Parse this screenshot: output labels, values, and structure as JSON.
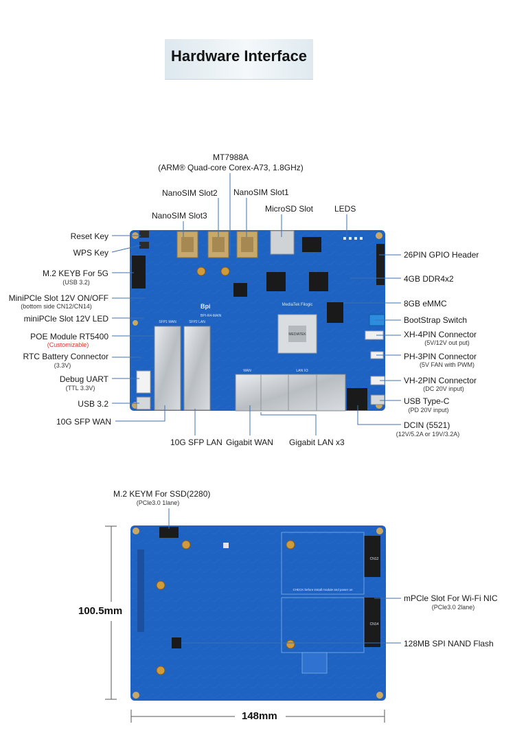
{
  "title": "Hardware Interface",
  "top_labels": {
    "soc": "MT7988A",
    "soc_sub": "(ARM® Quad-core Corex-A73, 1.8GHz)",
    "sim2": "NanoSIM Slot2",
    "sim1": "NanoSIM Slot1",
    "sim3": "NanoSIM Slot3",
    "microsd": "MicroSD Slot",
    "leds": "LEDS"
  },
  "left_labels": [
    {
      "key": "reset",
      "text": "Reset Key",
      "sub": ""
    },
    {
      "key": "wps",
      "text": "WPS Key",
      "sub": ""
    },
    {
      "key": "m2keyb",
      "text": "M.2 KEYB For 5G",
      "sub": "(USB 3.2)"
    },
    {
      "key": "minipcie_switch",
      "text": "MiniPCle Slot 12V ON/OFF",
      "sub": "(bottom side CN12/CN14)"
    },
    {
      "key": "minipcie_led",
      "text": "miniPCle Slot 12V LED",
      "sub": ""
    },
    {
      "key": "poe",
      "text": "POE Module RT5400",
      "sub": "(Customizable)"
    },
    {
      "key": "rtc",
      "text": "RTC Battery Connector",
      "sub": "(3.3V)"
    },
    {
      "key": "uart",
      "text": "Debug UART",
      "sub": "(TTL 3.3V)"
    },
    {
      "key": "usb32",
      "text": "USB 3.2",
      "sub": ""
    },
    {
      "key": "sfpwan",
      "text": "10G SFP WAN",
      "sub": ""
    }
  ],
  "right_labels": [
    {
      "key": "gpio",
      "text": "26PIN GPIO Header",
      "sub": ""
    },
    {
      "key": "ddr",
      "text": "4GB DDR4x2",
      "sub": ""
    },
    {
      "key": "emmc",
      "text": "8GB eMMC",
      "sub": ""
    },
    {
      "key": "bootstrap",
      "text": "BootStrap Switch",
      "sub": ""
    },
    {
      "key": "xh4",
      "text": "XH-4PIN Connector",
      "sub": "(5V/12V out put)"
    },
    {
      "key": "ph3",
      "text": "PH-3PIN Connector",
      "sub": "(5V FAN with PWM)"
    },
    {
      "key": "vh2",
      "text": "VH-2PIN Connector",
      "sub": "(DC 20V input)"
    },
    {
      "key": "usbc",
      "text": "USB Type-C",
      "sub": "(PD 20V input)"
    },
    {
      "key": "dcin",
      "text": "DCIN (5521)",
      "sub": "(12V/5.2A or 19V/3.2A)"
    }
  ],
  "bottom_labels": {
    "sfplan": "10G SFP LAN",
    "gbwan": "Gigabit WAN",
    "gblan": "Gigabit LAN x3"
  },
  "back_labels": {
    "m2keym": "M.2 KEYM For SSD(2280)",
    "m2keym_sub": "(PCle3.0 1lane)",
    "mpcie_wifi": "mPCle Slot For Wi-Fi NIC",
    "mpcie_wifi_sub": "(PCle3.0 2lane)",
    "spi_nand": "128MB SPI NAND Flash"
  },
  "dimensions": {
    "height": "100.5mm",
    "width": "148mm"
  },
  "board_text": {
    "brand": "Bpi",
    "model": "BPI-R4-MAIN",
    "soc_logo": "MediaTek Filogic",
    "chip": "MEDIATEK",
    "sfp1": "SFP1  WAN",
    "sfp2": "SFP2  LAN",
    "lan": "LAN X3",
    "wan": "WAN",
    "back_note": "CHECK before install module and power on",
    "back_mpcie1": "CN12",
    "back_mpcie2": "CN14"
  },
  "colors": {
    "pcb": "#1f63c2",
    "pcb_dark": "#184f9e",
    "line": "#3b72b6",
    "caution": "#d33a2f"
  }
}
